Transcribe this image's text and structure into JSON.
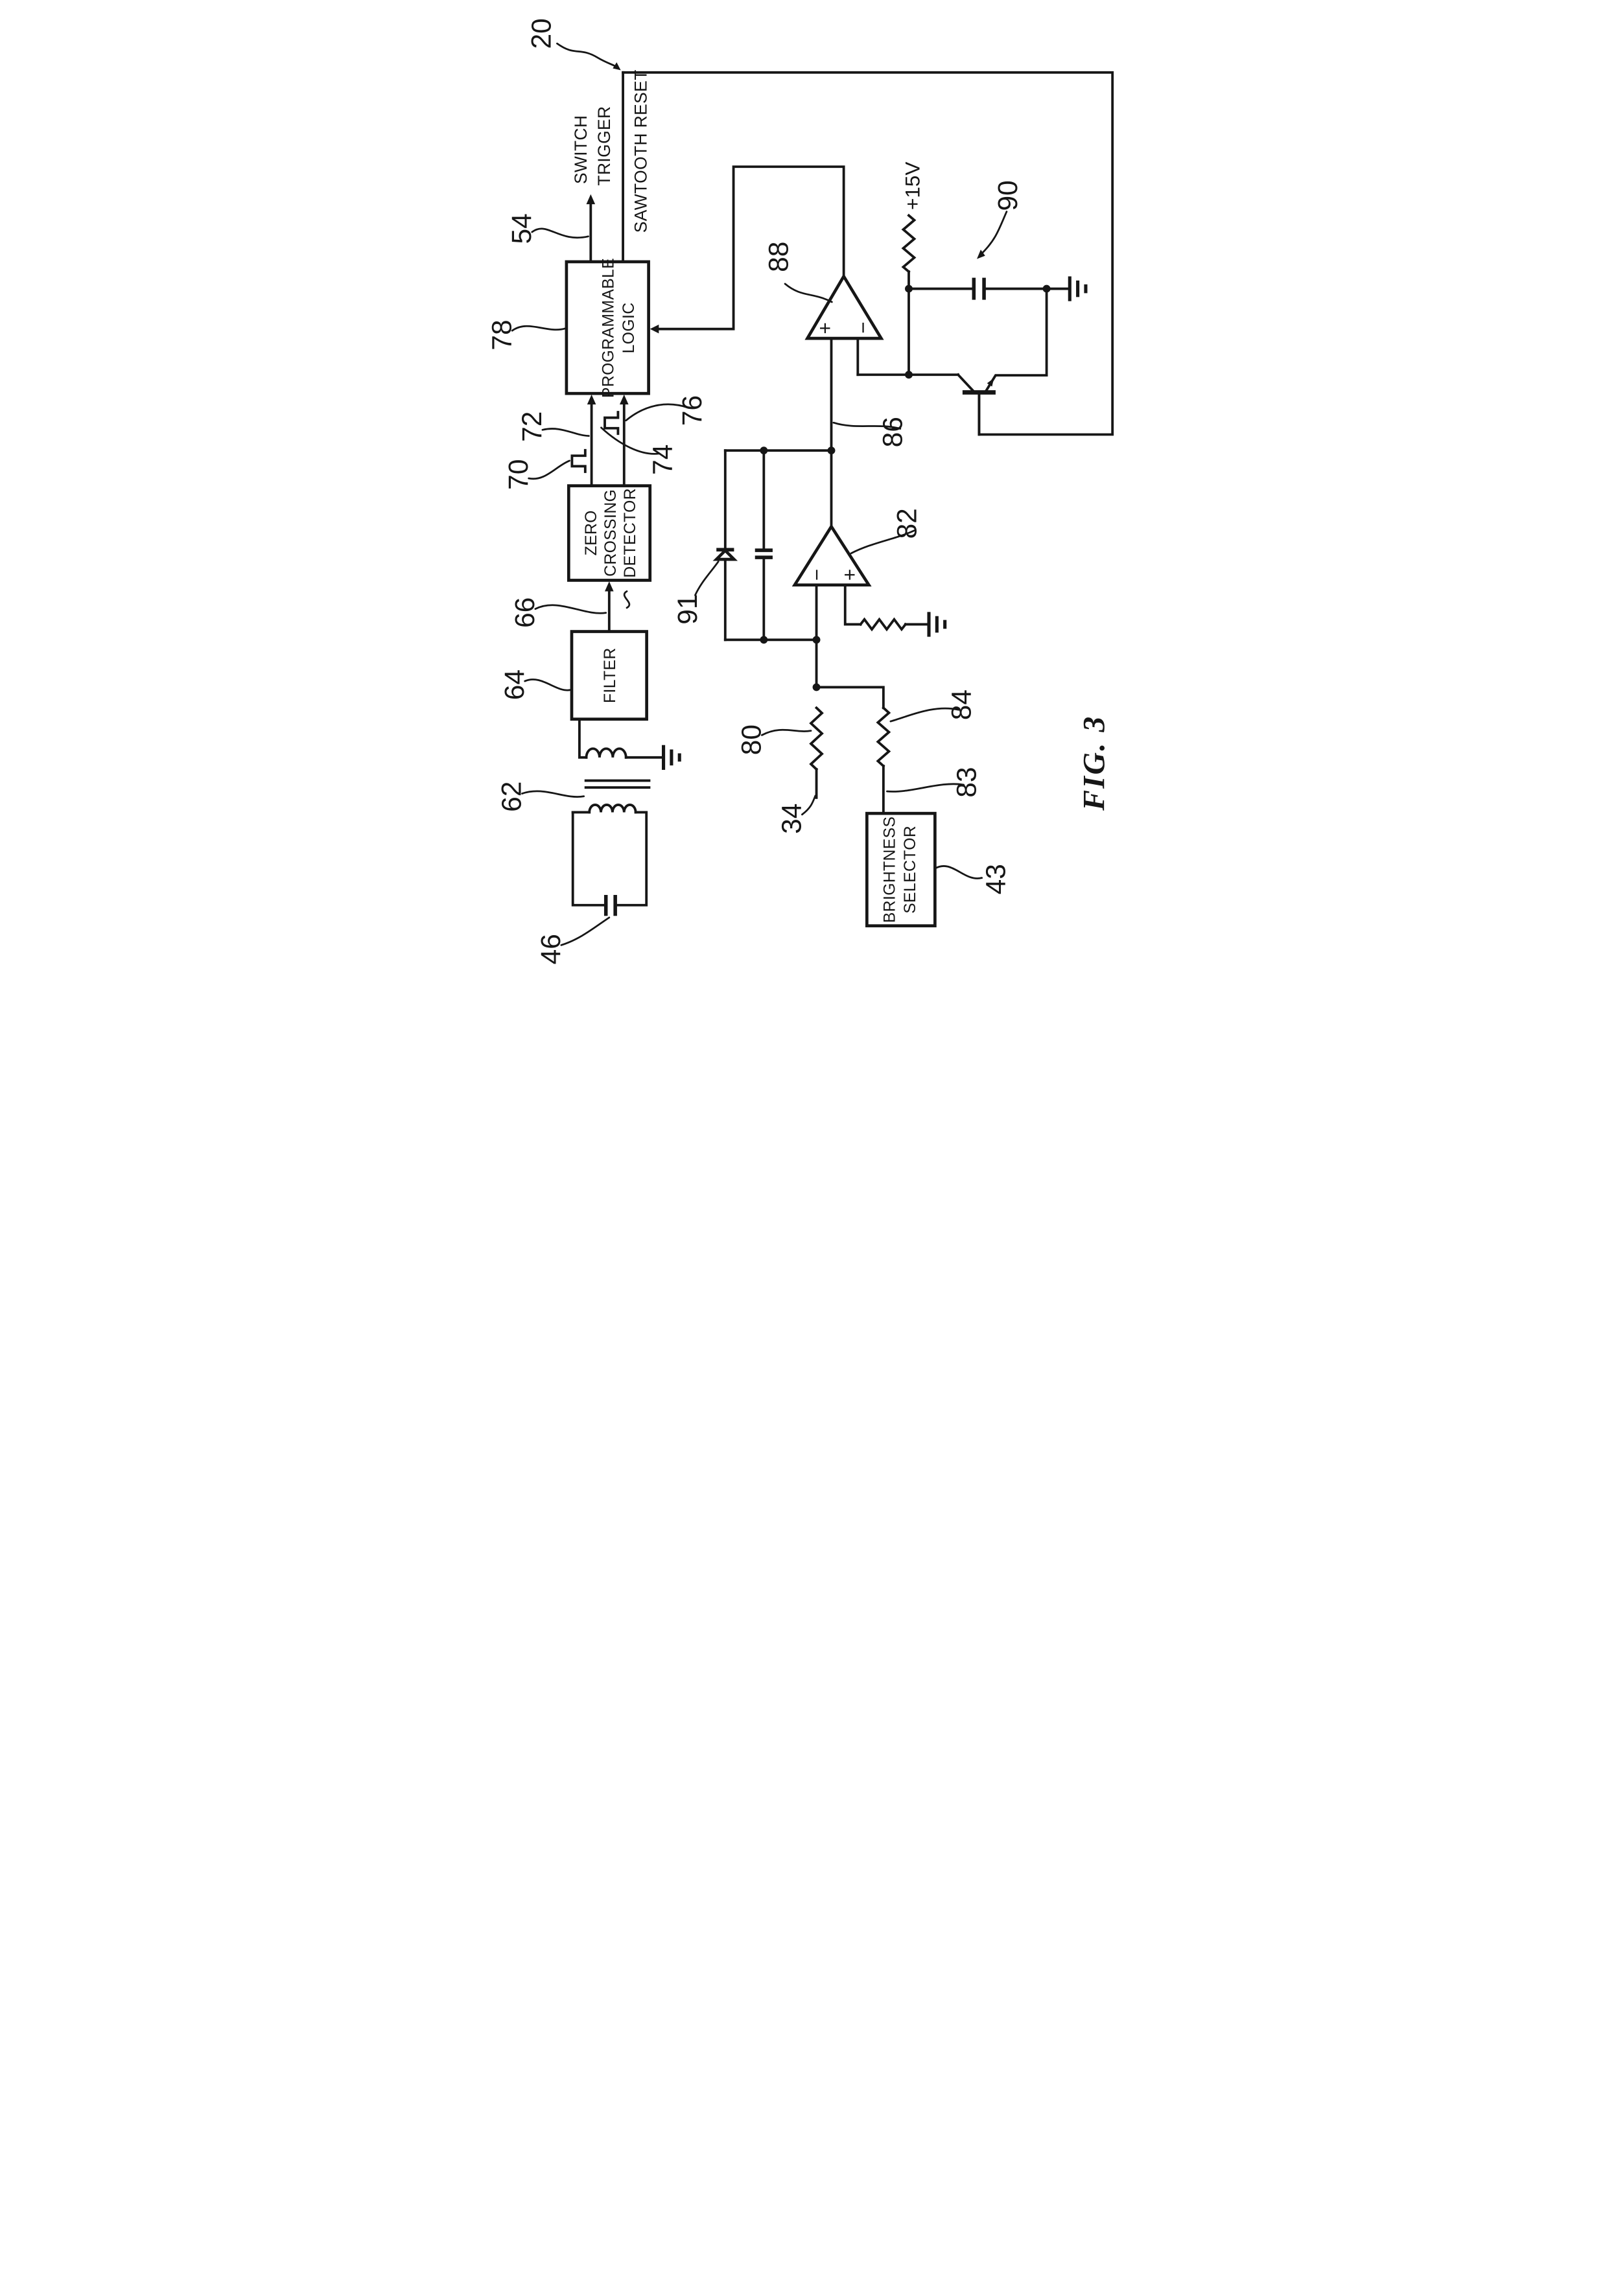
{
  "figure": {
    "caption": "FIG. 3",
    "system_ref": "20"
  },
  "blocks": {
    "programmable_logic": {
      "line1": "PROGRAMMABLE",
      "line2": "LOGIC"
    },
    "zero_crossing_detector": {
      "line1": "ZERO",
      "line2": "CROSSING",
      "line3": "DETECTOR"
    },
    "filter": {
      "line1": "FILTER"
    },
    "brightness_selector": {
      "line1": "BRIGHTNESS",
      "line2": "SELECTOR"
    }
  },
  "signals": {
    "switch_trigger_line1": "SWITCH",
    "switch_trigger_line2": "TRIGGER",
    "sawtooth_reset": "SAWTOOTH RESET",
    "supply": "+15V"
  },
  "opamp": {
    "plus": "+",
    "minus": "−"
  },
  "refs": {
    "r20": "20",
    "r34": "34",
    "r43": "43",
    "r46": "46",
    "r54": "54",
    "r62": "62",
    "r64": "64",
    "r66": "66",
    "r70": "70",
    "r72": "72",
    "r74": "74",
    "r76": "76",
    "r78": "78",
    "r80": "80",
    "r82": "82",
    "r83": "83",
    "r84": "84",
    "r86": "86",
    "r88": "88",
    "r90": "90",
    "r91": "91"
  },
  "colors": {
    "ink": "#161616",
    "paper": "#ffffff"
  }
}
